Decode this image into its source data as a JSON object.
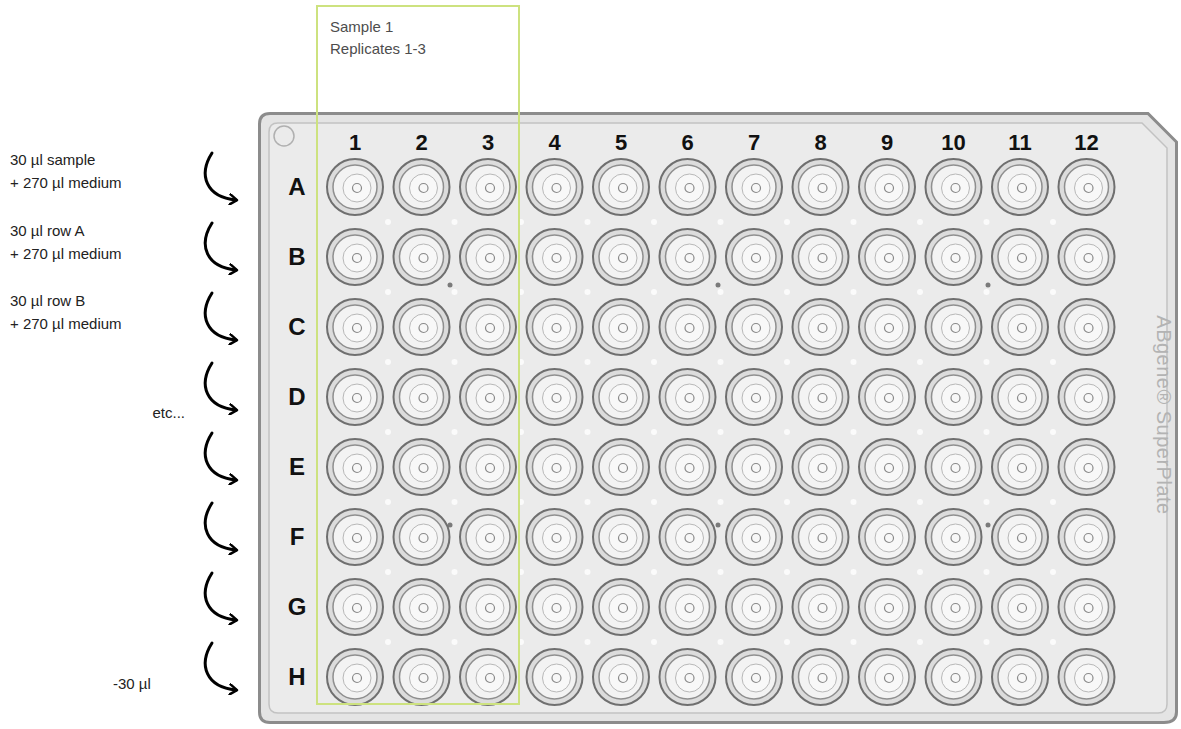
{
  "diagram": {
    "nodes": [
      {
        "text": [
          "Sample 1 Replicates 1-3"
        ]
      },
      {
        "text": [
          "1",
          "2",
          "3",
          "4",
          "5",
          "6",
          "7",
          "8",
          "9",
          "10",
          "11",
          "12",
          "A",
          "B",
          "C",
          "D",
          "E",
          "F",
          "G",
          "H",
          "ABgene® SuperPlate"
        ]
      }
    ],
    "labels": [
      "30 µl sample + 270 µl medium",
      "30 µl row A + 270 µl medium",
      "30 µl row B + 270 µl medium",
      "etc...",
      "-30 µl"
    ]
  }
}
